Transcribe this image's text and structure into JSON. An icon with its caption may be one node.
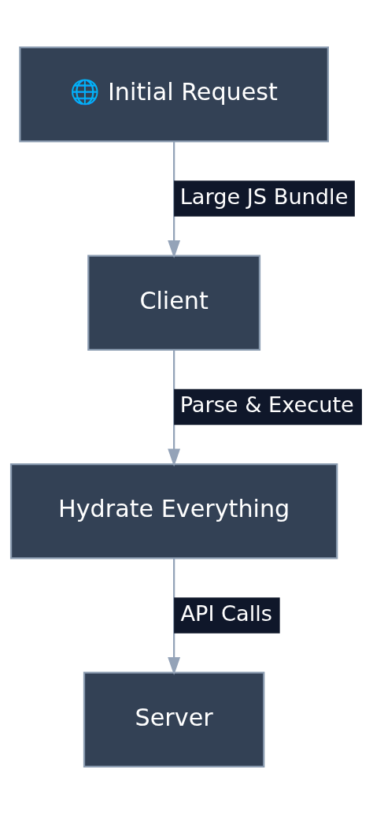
{
  "diagram": {
    "nodes": [
      {
        "text": [
          "🌐 Initial Request"
        ]
      },
      {
        "text": [
          "Client"
        ]
      },
      {
        "text": [
          "Hydrate Everything"
        ]
      },
      {
        "text": [
          "Server"
        ]
      }
    ],
    "edges": [
      {
        "from": 0,
        "to": 1,
        "arrow": "to",
        "label": "Large JS Bundle"
      },
      {
        "from": 1,
        "to": 2,
        "arrow": "to",
        "label": "Parse & Execute"
      },
      {
        "from": 2,
        "to": 3,
        "arrow": "to",
        "label": "API Calls"
      }
    ]
  }
}
